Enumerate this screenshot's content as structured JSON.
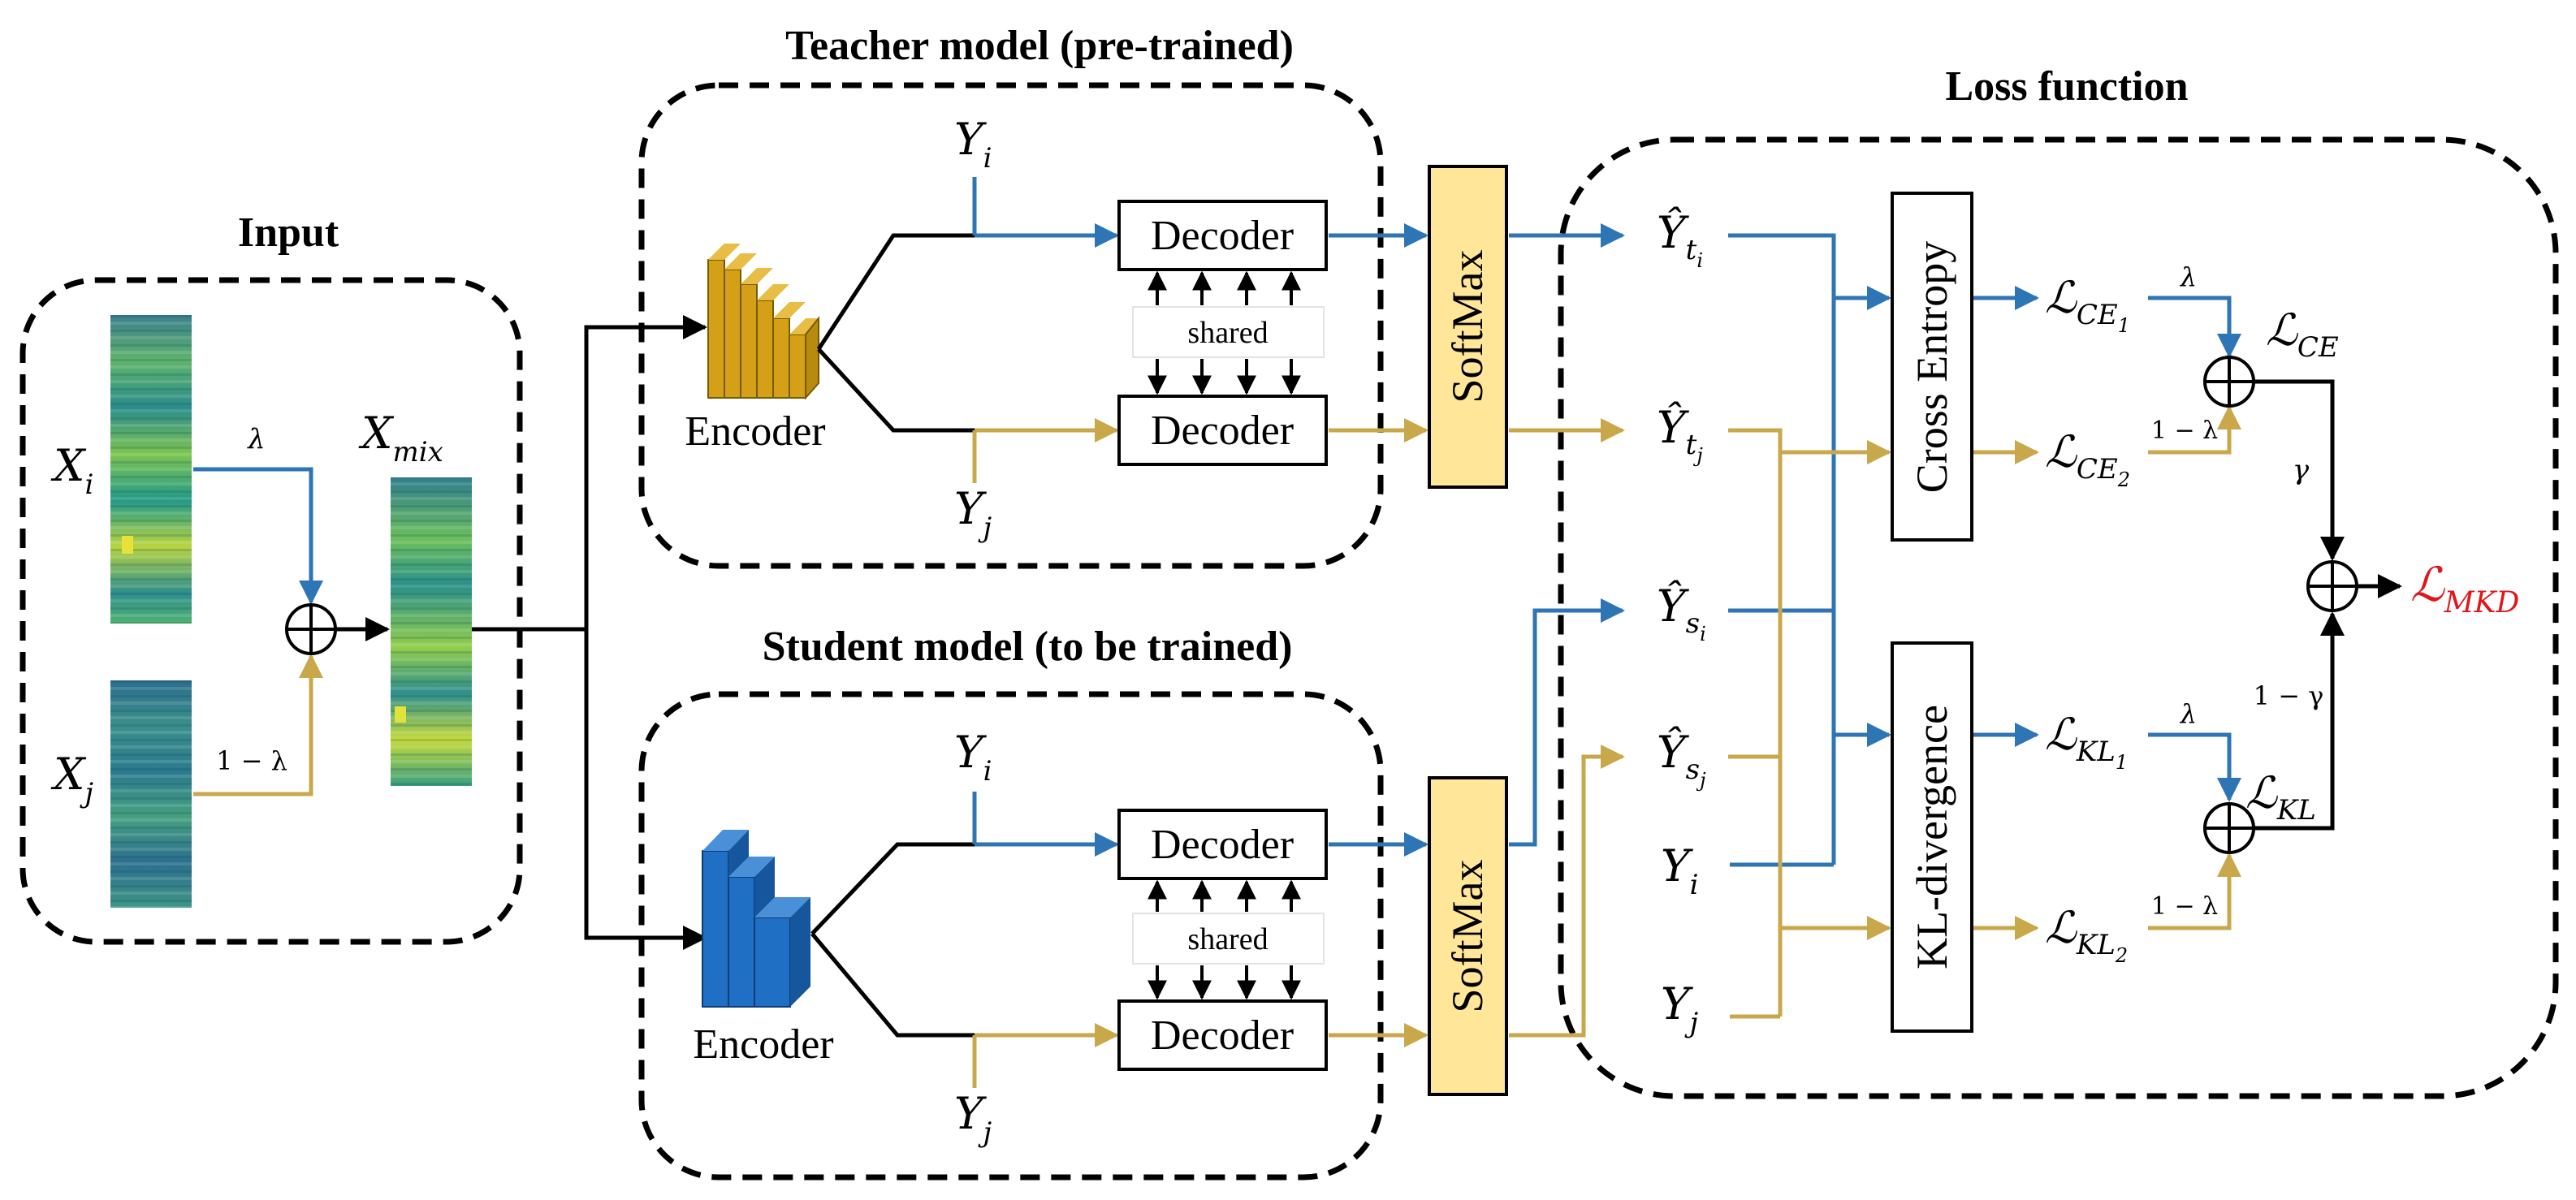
{
  "titles": {
    "input": "Input",
    "teacher": "Teacher model (pre-trained)",
    "student": "Student model (to be trained)",
    "loss": "Loss function"
  },
  "input": {
    "xi": "X",
    "xi_sub": "i",
    "xj": "X",
    "xj_sub": "j",
    "xmix": "X",
    "xmix_sub": "mix",
    "lambda": "λ",
    "one_minus_lambda": "1 − λ"
  },
  "teacher": {
    "yi": "Y",
    "yi_sub": "i",
    "yj": "Y",
    "yj_sub": "j",
    "decoder_top": "Decoder",
    "decoder_bottom": "Decoder",
    "shared": "shared",
    "encoder": "Encoder",
    "softmax": "SoftMax"
  },
  "student": {
    "yi": "Y",
    "yi_sub": "i",
    "yj": "Y",
    "yj_sub": "j",
    "decoder_top": "Decoder",
    "decoder_bottom": "Decoder",
    "shared": "shared",
    "encoder": "Encoder",
    "softmax": "SoftMax"
  },
  "loss": {
    "y_t_i": "Ŷ",
    "y_t_i_sub": "t",
    "y_t_i_subsub": "i",
    "y_t_j": "Ŷ",
    "y_t_j_sub": "t",
    "y_t_j_subsub": "j",
    "y_s_i": "Ŷ",
    "y_s_i_sub": "s",
    "y_s_i_subsub": "i",
    "y_s_j": "Ŷ",
    "y_s_j_sub": "s",
    "y_s_j_subsub": "j",
    "yi": "Y",
    "yi_sub": "i",
    "yj": "Y",
    "yj_sub": "j",
    "cross_entropy": "Cross Entropy",
    "kl_divergence": "KL-divergence",
    "l_ce1": "ℒ",
    "l_ce1_sub": "CE",
    "l_ce1_subsub": "1",
    "l_ce2": "ℒ",
    "l_ce2_sub": "CE",
    "l_ce2_subsub": "2",
    "l_kl1": "ℒ",
    "l_kl1_sub": "KL",
    "l_kl1_subsub": "1",
    "l_kl2": "ℒ",
    "l_kl2_sub": "KL",
    "l_kl2_subsub": "2",
    "l_ce": "ℒ",
    "l_ce_sub": "CE",
    "l_kl": "ℒ",
    "l_kl_sub": "KL",
    "l_mkd": "ℒ",
    "l_mkd_sub": "MKD",
    "lambda_ce": "λ",
    "one_minus_lambda_ce": "1 − λ",
    "lambda_kl": "λ",
    "one_minus_lambda_kl": "1 − λ",
    "gamma": "γ",
    "one_minus_gamma": "1 − γ"
  },
  "colors": {
    "blue": "#2e75b6",
    "gold": "#c9a84c",
    "softmax_fill": "#ffe699",
    "encoder_teacher": "#d4a017",
    "encoder_student": "#1f6fc5",
    "mkd_red": "#e0161b"
  }
}
